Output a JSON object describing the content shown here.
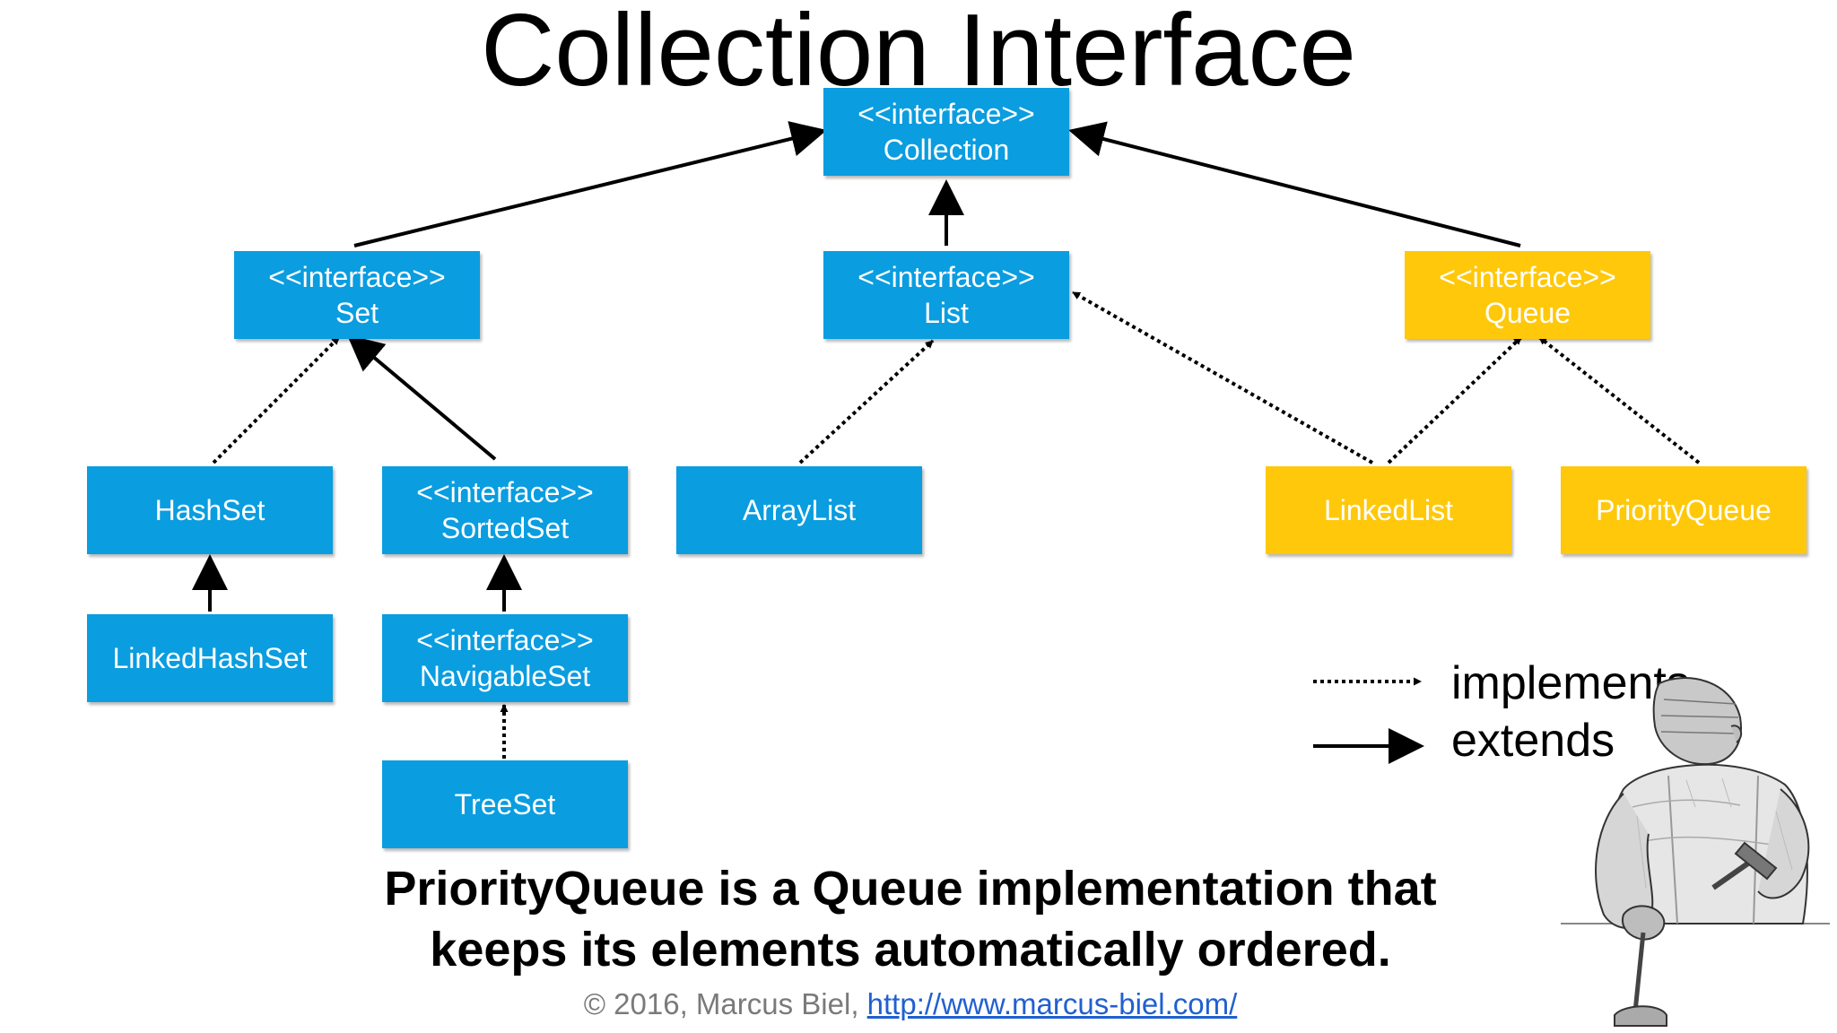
{
  "title": "Collection Interface",
  "colors": {
    "interface_blue": "#0a9de0",
    "queue_yellow": "#ffc80a",
    "text_on_box": "#ffffff",
    "link": "#2060d0",
    "footer_gray": "#7a7a7a"
  },
  "nodes": {
    "collection": {
      "stereotype": "<<interface>>",
      "name": "Collection"
    },
    "set": {
      "stereotype": "<<interface>>",
      "name": "Set"
    },
    "list": {
      "stereotype": "<<interface>>",
      "name": "List"
    },
    "queue": {
      "stereotype": "<<interface>>",
      "name": "Queue"
    },
    "hashset": {
      "name": "HashSet"
    },
    "sortedset": {
      "stereotype": "<<interface>>",
      "name": "SortedSet"
    },
    "arraylist": {
      "name": "ArrayList"
    },
    "linkedlist": {
      "name": "LinkedList"
    },
    "priorityqueue": {
      "name": "PriorityQueue"
    },
    "linkedhashset": {
      "name": "LinkedHashSet"
    },
    "navigableset": {
      "stereotype": "<<interface>>",
      "name": "NavigableSet"
    },
    "treeset": {
      "name": "TreeSet"
    }
  },
  "relations": [
    {
      "from": "set",
      "to": "collection",
      "kind": "extends"
    },
    {
      "from": "list",
      "to": "collection",
      "kind": "extends"
    },
    {
      "from": "queue",
      "to": "collection",
      "kind": "extends"
    },
    {
      "from": "hashset",
      "to": "set",
      "kind": "implements"
    },
    {
      "from": "sortedset",
      "to": "set",
      "kind": "extends"
    },
    {
      "from": "arraylist",
      "to": "list",
      "kind": "implements"
    },
    {
      "from": "linkedlist",
      "to": "list",
      "kind": "implements"
    },
    {
      "from": "linkedlist",
      "to": "queue",
      "kind": "implements"
    },
    {
      "from": "priorityqueue",
      "to": "queue",
      "kind": "implements"
    },
    {
      "from": "linkedhashset",
      "to": "hashset",
      "kind": "extends"
    },
    {
      "from": "navigableset",
      "to": "sortedset",
      "kind": "extends"
    },
    {
      "from": "treeset",
      "to": "navigableset",
      "kind": "implements"
    }
  ],
  "legend": {
    "implements": "implements",
    "extends": "extends"
  },
  "caption": {
    "line1": "PriorityQueue is a Queue implementation that",
    "line2": "keeps its elements automatically ordered."
  },
  "footer": {
    "copyright": "© 2016, Marcus Biel, ",
    "url": "http://www.marcus-biel.com/"
  },
  "illustration": {
    "icon": "craftsman-sketch-icon"
  }
}
